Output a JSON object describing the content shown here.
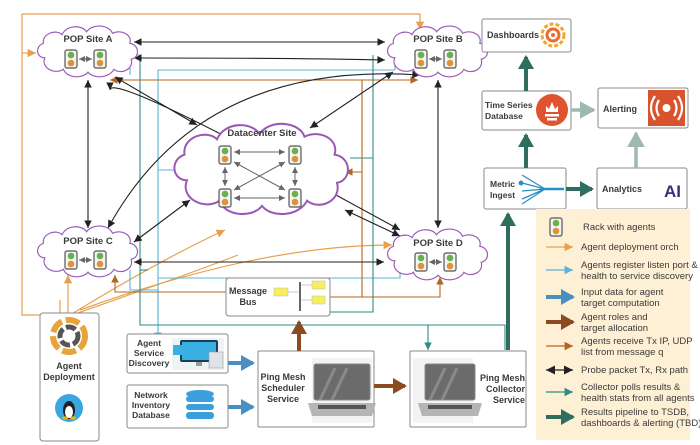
{
  "colors": {
    "cloud_stroke": "#9b59b6",
    "deploy_orange": "#e8a04c",
    "register_blue": "#5ab4d6",
    "input_blue": "#4a8fbf",
    "roles_brown": "#8b4a1f",
    "msgq_brown": "#b5651d",
    "probe_black": "#222222",
    "collector_teal": "#2e8b86",
    "pipeline_green": "#2f6e5e",
    "legend_bg": "#fdf0d5",
    "rack_green": "#6ab04c",
    "rack_orange": "#e0923a",
    "prometheus_red": "#e0532e",
    "alert_red": "#d9532e"
  },
  "sites": {
    "pop_a": {
      "label": "POP Site A"
    },
    "pop_b": {
      "label": "POP Site B"
    },
    "pop_c": {
      "label": "POP Site C"
    },
    "pop_d": {
      "label": "POP Site D"
    },
    "datacenter": {
      "label": "Datacenter Site"
    }
  },
  "boxes": {
    "message_bus": {
      "line1": "Message",
      "line2": "Bus"
    },
    "agent_service_discovery": {
      "line1": "Agent",
      "line2": "Service",
      "line3": "Discovery"
    },
    "network_inventory": {
      "line1": "Network",
      "line2": "Inventory",
      "line3": "Database"
    },
    "scheduler": {
      "line1": "Ping Mesh",
      "line2": "Scheduler",
      "line3": "Service"
    },
    "collector": {
      "line1": "Ping Mesh",
      "line2": "Collector",
      "line3": "Service"
    },
    "agent_deployment": {
      "line1": "Agent",
      "line2": "Deployment"
    },
    "dashboards": {
      "label": "Dashboards"
    },
    "tsdb": {
      "line1": "Time Series",
      "line2": "Database"
    },
    "alerting": {
      "label": "Alerting"
    },
    "metric_ingest": {
      "line1": "Metric",
      "line2": "Ingest"
    },
    "analytics": {
      "label": "Analytics"
    },
    "ai_logo": "AI"
  },
  "legend": {
    "items": [
      {
        "icon": "rack-icon",
        "line1": "Rack with agents",
        "line2": ""
      },
      {
        "icon": "thin-orange-arrow",
        "line1": "Agent deployment orch",
        "line2": ""
      },
      {
        "icon": "thin-blue-arrow",
        "line1": "Agents register listen port &",
        "line2": "health to service discovery"
      },
      {
        "icon": "thick-blue-arrow",
        "line1": "Input data for agent",
        "line2": "target computation"
      },
      {
        "icon": "thick-brown-arrow",
        "line1": "Agent roles and",
        "line2": "target allocation"
      },
      {
        "icon": "thin-brown-arrow",
        "line1": "Agents receive Tx IP, UDP",
        "line2": "list from message q"
      },
      {
        "icon": "double-black-arrow",
        "line1": "Probe packet Tx, Rx path",
        "line2": ""
      },
      {
        "icon": "thin-teal-arrow",
        "line1": "Collector polls results &",
        "line2": "health stats from all agents"
      },
      {
        "icon": "thick-green-arrow",
        "line1": "Results pipeline to TSDB,",
        "line2": "dashboards & alerting (TBD)"
      }
    ]
  }
}
